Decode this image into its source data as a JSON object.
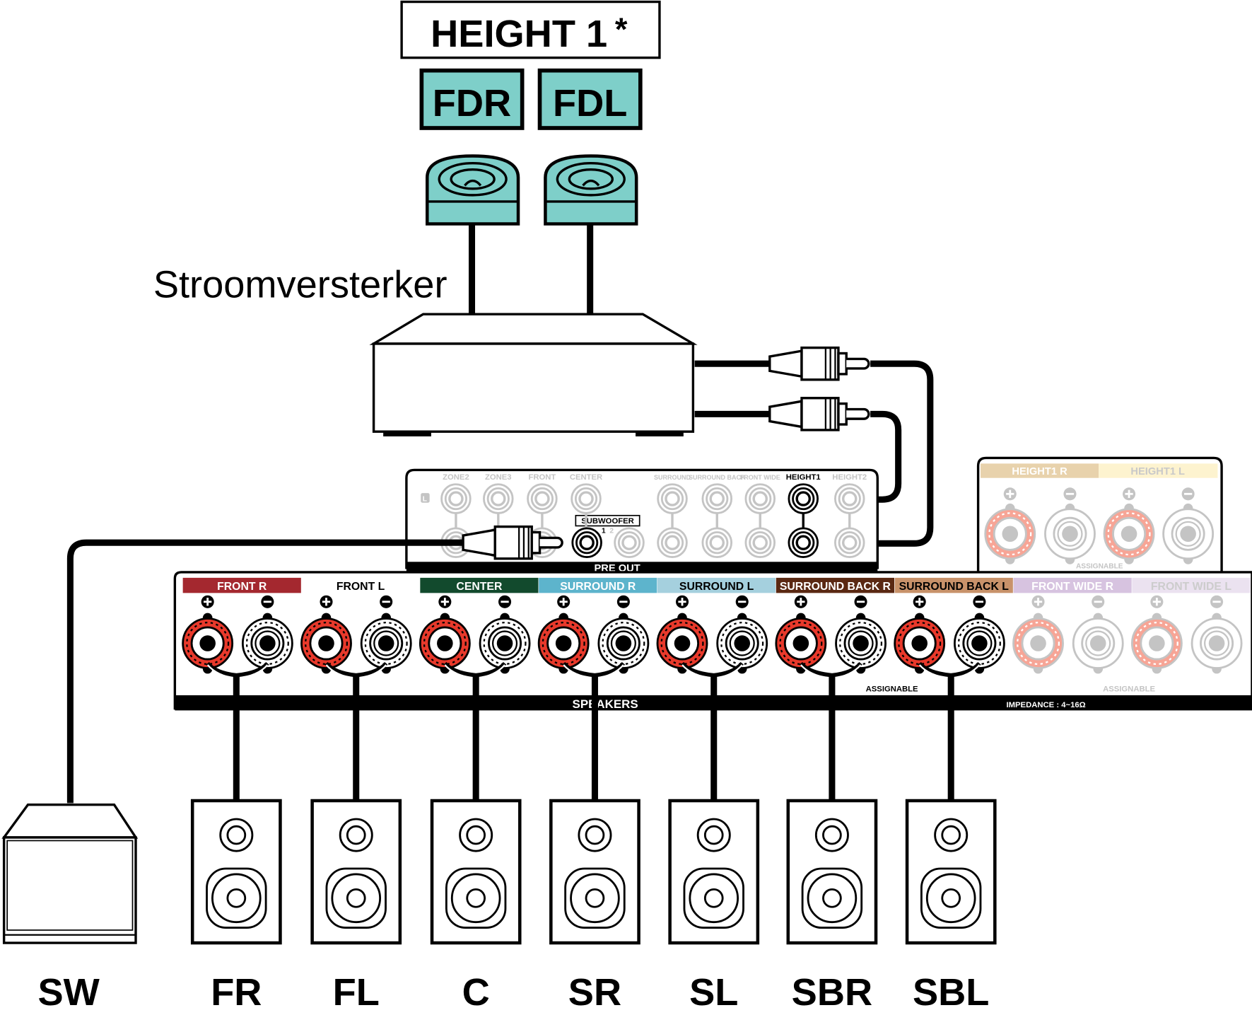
{
  "header": {
    "title": "HEIGHT 1",
    "asterisk": "*"
  },
  "height_speakers": [
    {
      "label": "FDR"
    },
    {
      "label": "FDL"
    }
  ],
  "amplifier_label": "Stroomversterker",
  "pre_out": {
    "title": "PRE OUT",
    "l_marker": "L",
    "jacks": [
      "ZONE2",
      "ZONE3",
      "FRONT",
      "CENTER",
      "SURROUND",
      "SURROUND BACK",
      "FRONT WIDE",
      "HEIGHT1",
      "HEIGHT2"
    ],
    "subwoofer_label": "SUBWOOFER",
    "subwoofer_1": "1",
    "subwoofer_2": "2"
  },
  "height1_panel": {
    "channels": [
      {
        "label": "HEIGHT1 R"
      },
      {
        "label": "HEIGHT1 L"
      }
    ],
    "assignable": "ASSIGNABLE"
  },
  "speakers_panel": {
    "title": "SPEAKERS",
    "impedance": "IMPEDANCE : 4~16Ω",
    "assignable": "ASSIGNABLE",
    "assignable_2": "ASSIGNABLE",
    "channels": [
      {
        "label": "FRONT R",
        "color": "#a4282f",
        "text": "#ffffff",
        "active": true
      },
      {
        "label": "FRONT L",
        "color": "#ffffff",
        "text": "#000000",
        "active": true
      },
      {
        "label": "CENTER",
        "color": "#124a2d",
        "text": "#ffffff",
        "active": true
      },
      {
        "label": "SURROUND R",
        "color": "#5db4cc",
        "text": "#ffffff",
        "active": true
      },
      {
        "label": "SURROUND L",
        "color": "#a5d0de",
        "text": "#000000",
        "active": true
      },
      {
        "label": "SURROUND BACK R",
        "color": "#5a2812",
        "text": "#ffffff",
        "active": true
      },
      {
        "label": "SURROUND BACK L",
        "color": "#c8926a",
        "text": "#000000",
        "active": true
      },
      {
        "label": "FRONT WIDE R",
        "color": "#d7c3e0",
        "text": "#ffffff",
        "active": false
      },
      {
        "label": "FRONT WIDE L",
        "color": "#ebe2f0",
        "text": "#cccccc",
        "active": false
      }
    ]
  },
  "speakers": [
    {
      "label": "SW"
    },
    {
      "label": "FR"
    },
    {
      "label": "FL"
    },
    {
      "label": "C"
    },
    {
      "label": "SR"
    },
    {
      "label": "SL"
    },
    {
      "label": "SBR"
    },
    {
      "label": "SBL"
    }
  ],
  "colors": {
    "teal": "#7ecfc9",
    "red_terminal": "#e8392b",
    "inactive": "#c4c4c4"
  }
}
